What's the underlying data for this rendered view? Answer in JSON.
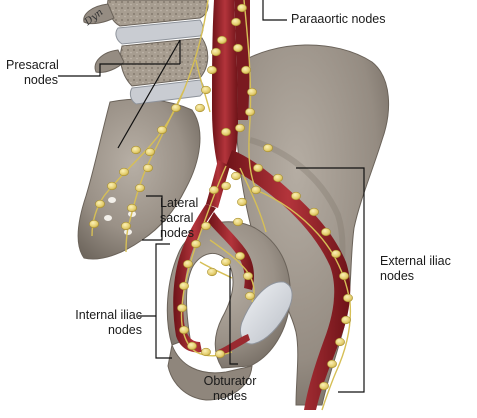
{
  "labels": {
    "paraaortic": "Paraaortic nodes",
    "presacral_1": "Presacral",
    "presacral_2": "nodes",
    "lateral_1": "Lateral",
    "lateral_2": "sacral",
    "lateral_3": "nodes",
    "external_1": "External iliac",
    "external_2": "nodes",
    "internal_1": "Internal iliac",
    "internal_2": "nodes",
    "obturator_1": "Obturator",
    "obturator_2": "nodes"
  },
  "signature": "Dyn",
  "colors": {
    "bone": "#9e958b",
    "bone_dark": "#6f675e",
    "vessel": "#8b1c22",
    "vessel_light": "#b8343a",
    "node": "#e6d27a",
    "lymph": "#d9c25a",
    "leader": "#111111"
  }
}
